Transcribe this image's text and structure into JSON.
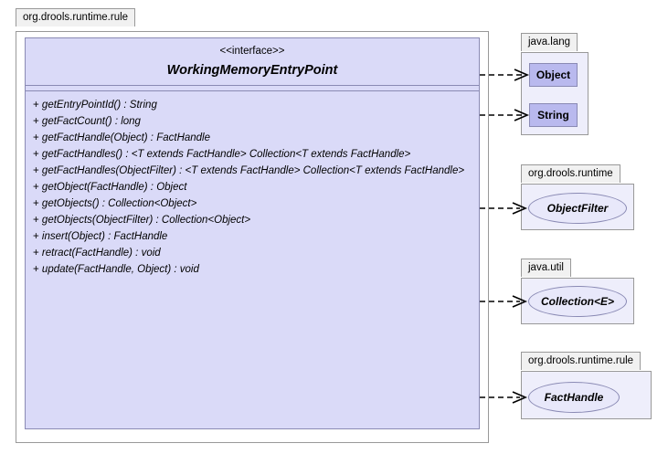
{
  "diagram": {
    "type": "uml-class-diagram",
    "colors": {
      "class_fill": "#b9b9ee",
      "interface_fill": "#dadaf8",
      "ellipse_fill": "#e8e8fa",
      "package_tab_fill": "#f1f1f1",
      "border": "#8a8ab4",
      "package_border": "#999999",
      "background": "#ffffff"
    }
  },
  "main_package": {
    "name": "org.drools.runtime.rule"
  },
  "interface": {
    "stereotype": "<<interface>>",
    "name": "WorkingMemoryEntryPoint",
    "operations": [
      {
        "visibility": "+",
        "signature": "getEntryPointId() : String"
      },
      {
        "visibility": "+",
        "signature": "getFactCount() : long"
      },
      {
        "visibility": "+",
        "signature": "getFactHandle(Object) : FactHandle"
      },
      {
        "visibility": "+",
        "signature": "getFactHandles() : <T extends FactHandle> Collection<T extends FactHandle>"
      },
      {
        "visibility": "+",
        "signature": "getFactHandles(ObjectFilter) : <T extends FactHandle> Collection<T extends FactHandle>"
      },
      {
        "visibility": "+",
        "signature": "getObject(FactHandle) : Object"
      },
      {
        "visibility": "+",
        "signature": "getObjects() : Collection<Object>"
      },
      {
        "visibility": "+",
        "signature": "getObjects(ObjectFilter) : Collection<Object>"
      },
      {
        "visibility": "+",
        "signature": "insert(Object) : FactHandle"
      },
      {
        "visibility": "+",
        "signature": "retract(FactHandle) : void"
      },
      {
        "visibility": "+",
        "signature": "update(FactHandle, Object) : void"
      }
    ]
  },
  "referenced_packages": [
    {
      "name": "java.lang",
      "members": [
        {
          "name": "Object",
          "kind": "class"
        },
        {
          "name": "String",
          "kind": "class"
        }
      ]
    },
    {
      "name": "org.drools.runtime",
      "members": [
        {
          "name": "ObjectFilter",
          "kind": "interface"
        }
      ]
    },
    {
      "name": "java.util",
      "members": [
        {
          "name": "Collection<E>",
          "kind": "interface"
        }
      ]
    },
    {
      "name": "org.drools.runtime.rule",
      "members": [
        {
          "name": "FactHandle",
          "kind": "interface"
        }
      ]
    }
  ]
}
